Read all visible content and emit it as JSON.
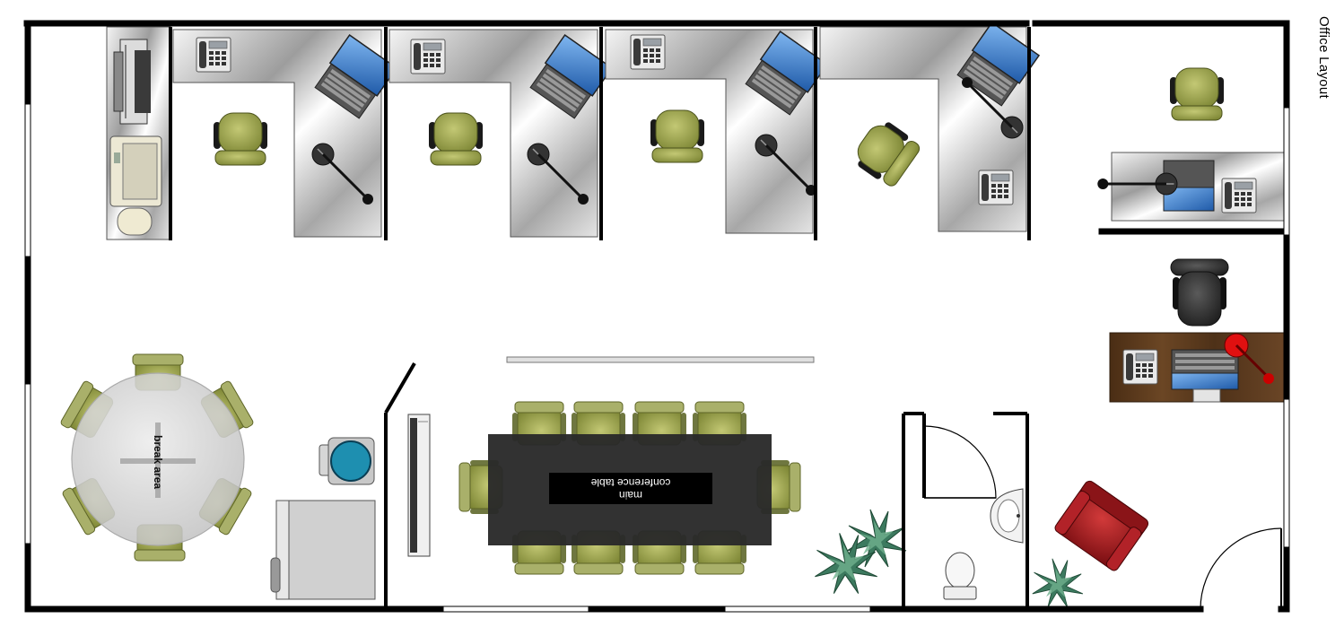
{
  "title": "Office Layout",
  "labels": {
    "break_area": "break area",
    "conference_line1": "main",
    "conference_line2": "conference table"
  },
  "colors": {
    "wall": "#000000",
    "cubicle_metal": "#c8c8c8",
    "chair_olive": "#98a24a",
    "chair_dark": "#2a2a2a",
    "laptop_screen": "#3b7fd0",
    "conference_table": "#2b2b2b",
    "wood_desk": "#5a3a1f",
    "armchair": "#a51d22",
    "plant": "#3a7a5c",
    "break_table": "#cfcfcf",
    "lamp_red": "#e01010"
  },
  "icons": [
    "desk-phone-icon",
    "laptop-icon",
    "desk-lamp-icon",
    "office-chair-icon",
    "printer-icon",
    "copier-icon",
    "plant-icon",
    "toilet-icon",
    "sink-icon",
    "armchair-icon",
    "water-cooler-icon",
    "whiteboard-icon"
  ]
}
